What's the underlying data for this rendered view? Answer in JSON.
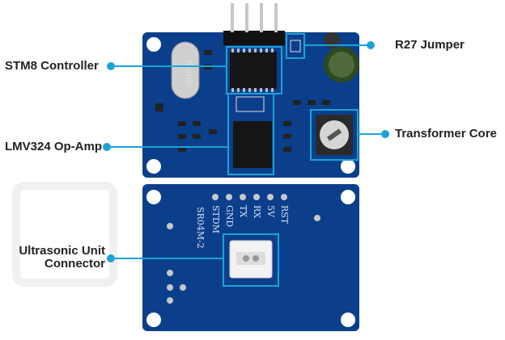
{
  "colors": {
    "accent": "#1aa3d9",
    "pcb": "#0b3f8c",
    "pcb_dark": "#07306e",
    "label_text": "#222222"
  },
  "callouts": [
    {
      "id": "stm8",
      "text": "STM8 Controller"
    },
    {
      "id": "r27",
      "text": "R27 Jumper"
    },
    {
      "id": "lmv324",
      "text": "LMV324 Op-Amp"
    },
    {
      "id": "transformer",
      "text": "Transformer Core"
    },
    {
      "id": "ultrasonic",
      "text": "Ultrasonic Unit Connector"
    }
  ],
  "silkscreen": {
    "model": "SR04M-2",
    "pins": [
      "STDM",
      "GND",
      "TX",
      "RX",
      "5V",
      "RST"
    ],
    "crystal": "8.000"
  }
}
